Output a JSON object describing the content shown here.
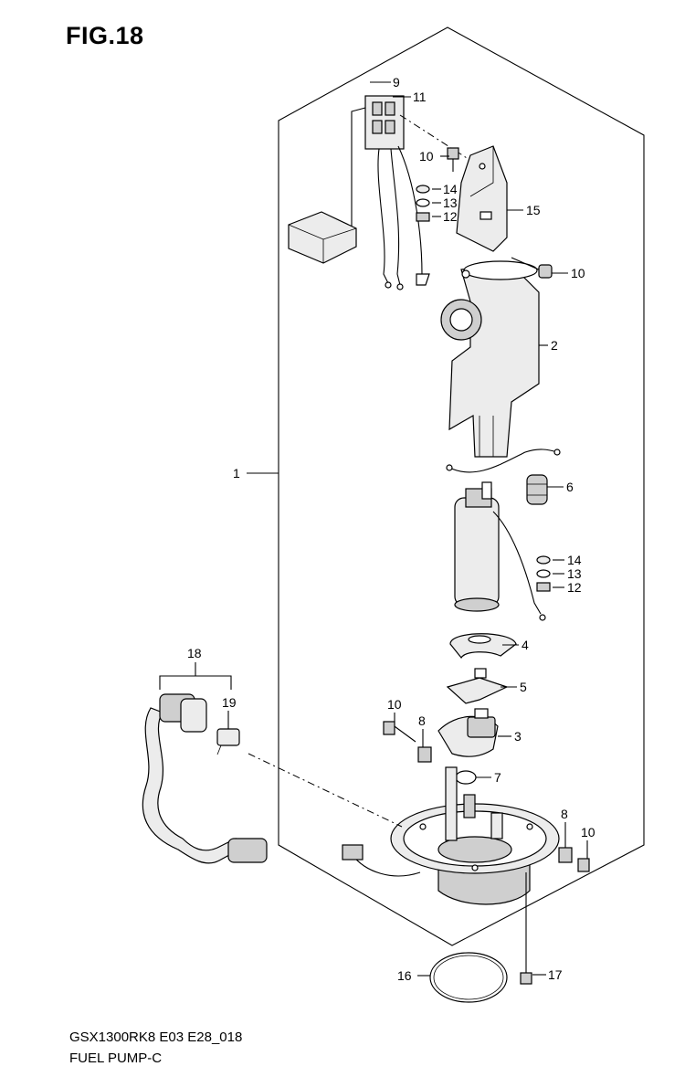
{
  "figure": {
    "title": "FIG.18",
    "model_code": "GSX1300RK8 E03 E28_018",
    "name": "FUEL PUMP-C"
  },
  "callouts": {
    "c1": "1",
    "c2": "2",
    "c3": "3",
    "c4": "4",
    "c5": "5",
    "c6": "6",
    "c7": "7",
    "c8a": "8",
    "c8b": "8",
    "c9": "9",
    "c10a": "10",
    "c10b": "10",
    "c10c": "10",
    "c10d": "10",
    "c11": "11",
    "c12a": "12",
    "c12b": "12",
    "c13a": "13",
    "c13b": "13",
    "c14a": "14",
    "c14b": "14",
    "c15": "15",
    "c16": "16",
    "c17": "17",
    "c18": "18",
    "c19": "19"
  }
}
